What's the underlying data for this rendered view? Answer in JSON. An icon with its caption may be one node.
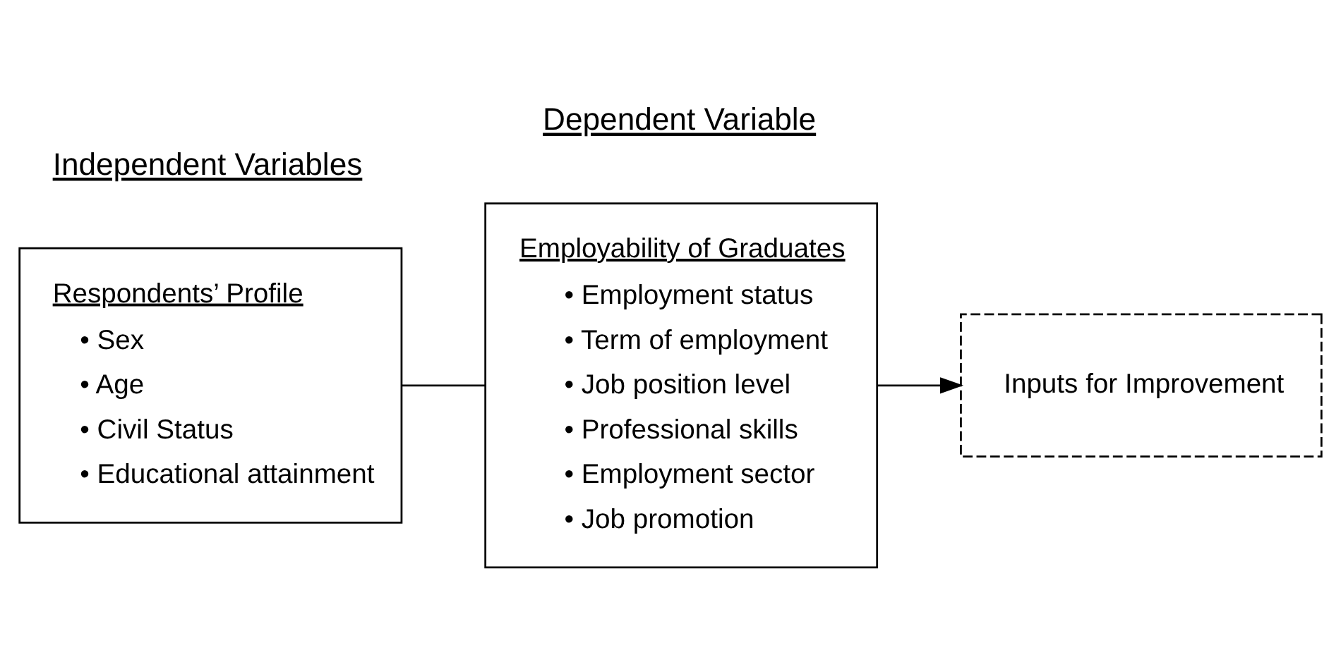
{
  "diagram": {
    "nodes": [
      {
        "text": [
          "Respondents’ Profile",
          "• Sex",
          "• Age",
          "• Civil Status",
          "• Educational attainment"
        ]
      },
      {
        "text": [
          "Employability of Graduates",
          "• Employment status",
          "• Term of employment",
          "• Job position level",
          "• Professional skills",
          "• Employment sector",
          "• Job promotion"
        ]
      },
      {
        "text": [
          "Inputs for Improvement"
        ]
      }
    ],
    "edges": [
      {
        "from": 0,
        "to": 1,
        "arrow": "none"
      },
      {
        "from": 1,
        "to": 2,
        "arrow": "to"
      }
    ],
    "labels": [
      "Independent Variables",
      "Dependent Variable"
    ]
  }
}
